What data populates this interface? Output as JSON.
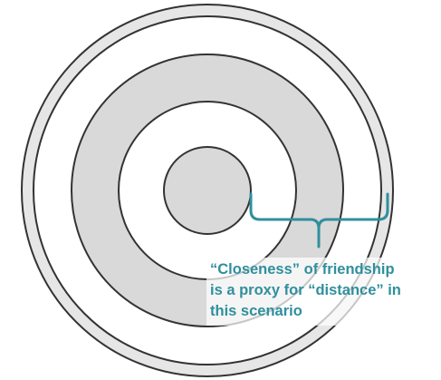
{
  "diagram": {
    "rings": [
      {
        "fill": "#e6e6e6"
      },
      {
        "fill": "#ffffff"
      },
      {
        "fill": "#d9d9d9"
      },
      {
        "fill": "#ffffff"
      },
      {
        "fill": "#d9d9d9"
      }
    ],
    "ring_stroke": "#333333",
    "brace_color": "#2f8f9d",
    "annotation": {
      "line1": "“Closeness” of friendship",
      "line2": "is a proxy for “distance” in",
      "line3": "this scenario"
    }
  }
}
